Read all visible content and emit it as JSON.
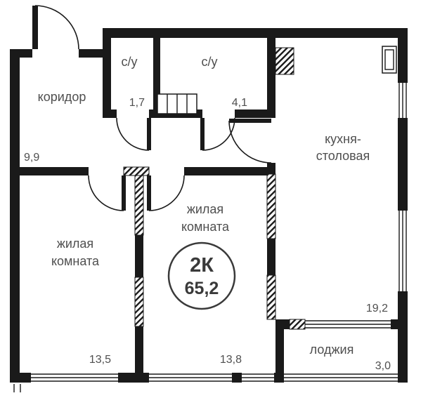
{
  "badge": {
    "rooms_count": "2К",
    "total_area": "65,2"
  },
  "rooms": {
    "corridor": {
      "name": "коридор",
      "area": "9,9"
    },
    "bathroom_small": {
      "name": "с/у",
      "area": "1,7"
    },
    "bathroom_large": {
      "name": "с/у",
      "area": "4,1"
    },
    "kitchen": {
      "name_line1": "кухня-",
      "name_line2": "столовая",
      "area": "19,2"
    },
    "living_room_1": {
      "name_line1": "жилая",
      "name_line2": "комната",
      "area": "13,5"
    },
    "living_room_2": {
      "name_line1": "жилая",
      "name_line2": "комната",
      "area": "13,8"
    },
    "loggia": {
      "name": "лоджия",
      "area": "3,0"
    }
  },
  "colors": {
    "wall": "#1a1a1a",
    "room_text": "#4f4f4f",
    "badge_text": "#3a3a3a",
    "background": "#ffffff"
  }
}
